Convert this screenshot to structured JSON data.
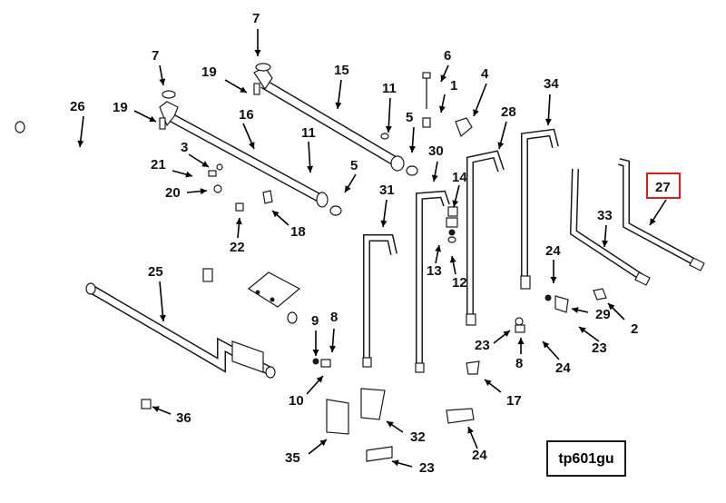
{
  "figure_id": "tp601gu",
  "highlighted_callout": "27",
  "highlight_color": "#d9201a",
  "callouts": [
    {
      "id": "c7a",
      "text": "7"
    },
    {
      "id": "c7b",
      "text": "7"
    },
    {
      "id": "c19a",
      "text": "19"
    },
    {
      "id": "c19b",
      "text": "19"
    },
    {
      "id": "c15",
      "text": "15"
    },
    {
      "id": "c6",
      "text": "6"
    },
    {
      "id": "c1",
      "text": "1"
    },
    {
      "id": "c4",
      "text": "4"
    },
    {
      "id": "c34",
      "text": "34"
    },
    {
      "id": "c26",
      "text": "26"
    },
    {
      "id": "c16",
      "text": "16"
    },
    {
      "id": "c11a",
      "text": "11"
    },
    {
      "id": "c5a",
      "text": "5"
    },
    {
      "id": "c28",
      "text": "28"
    },
    {
      "id": "c3",
      "text": "3"
    },
    {
      "id": "c11b",
      "text": "11"
    },
    {
      "id": "c30",
      "text": "30"
    },
    {
      "id": "c21",
      "text": "21"
    },
    {
      "id": "c5b",
      "text": "5"
    },
    {
      "id": "c14",
      "text": "14"
    },
    {
      "id": "c27",
      "text": "27"
    },
    {
      "id": "c20",
      "text": "20"
    },
    {
      "id": "c31",
      "text": "31"
    },
    {
      "id": "c33",
      "text": "33"
    },
    {
      "id": "c18",
      "text": "18"
    },
    {
      "id": "c22",
      "text": "22"
    },
    {
      "id": "c24a",
      "text": "24"
    },
    {
      "id": "c13",
      "text": "13"
    },
    {
      "id": "c12",
      "text": "12"
    },
    {
      "id": "c25",
      "text": "25"
    },
    {
      "id": "c29",
      "text": "29"
    },
    {
      "id": "c2",
      "text": "2"
    },
    {
      "id": "c9",
      "text": "9"
    },
    {
      "id": "c8a",
      "text": "8"
    },
    {
      "id": "c23a",
      "text": "23"
    },
    {
      "id": "c23b",
      "text": "23"
    },
    {
      "id": "c8b",
      "text": "8"
    },
    {
      "id": "c24b",
      "text": "24"
    },
    {
      "id": "c10",
      "text": "10"
    },
    {
      "id": "c17",
      "text": "17"
    },
    {
      "id": "c36",
      "text": "36"
    },
    {
      "id": "c32",
      "text": "32"
    },
    {
      "id": "c24c",
      "text": "24"
    },
    {
      "id": "c35",
      "text": "35"
    },
    {
      "id": "c23c",
      "text": "23"
    }
  ]
}
